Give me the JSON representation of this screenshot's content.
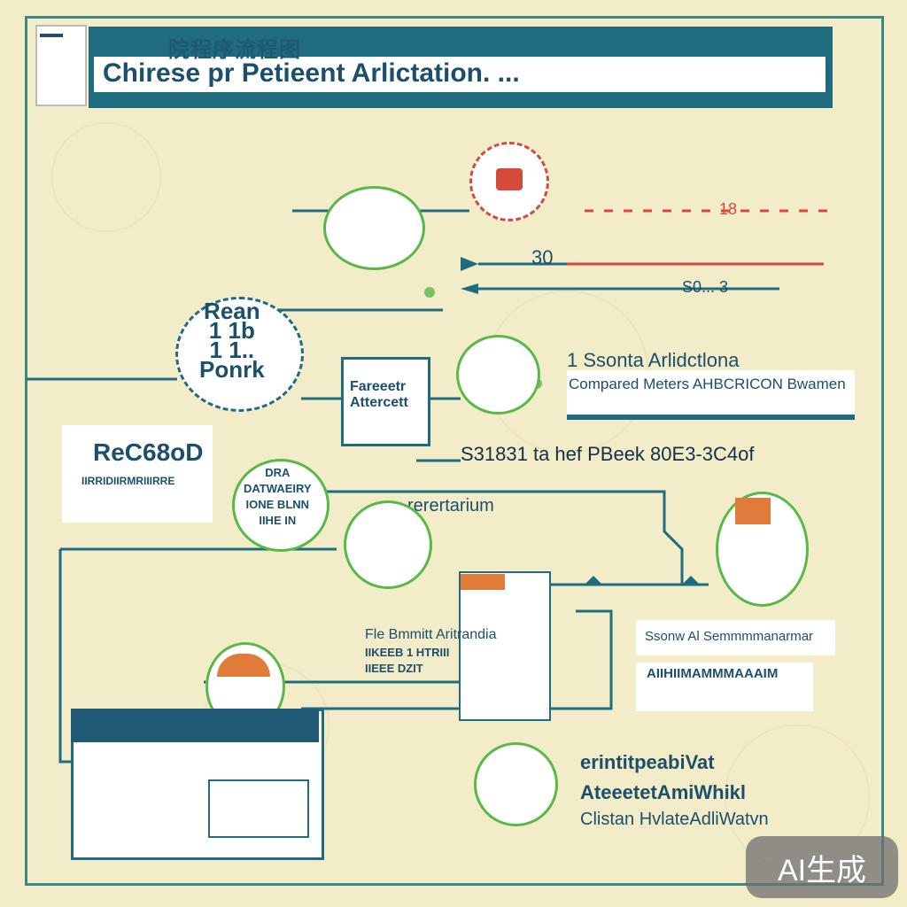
{
  "header": {
    "title_cn": "院程序流程图",
    "title_en": "Chirese pr Petieent Arlictation. ..."
  },
  "nodes": {
    "reg_circle": "Rean\n1 1b\n1 1..\nPonrk",
    "reg_card": "ReC68oD",
    "reg_card_sub": "IIRRIDIIRMRIIIRRE",
    "form_box": "Fareeetr\nAttercett",
    "step1_title": "1 Ssonta Arlidctlona",
    "step1_sub": "Compared Meters AHBCRICON Bwamen",
    "mid_text": "S31831 ta hef PBeek 80E3-3C4of",
    "dept_circle": "DRA\nDATWAEIRY\nIONE BLNN\nIIHE IN",
    "inter_label": "rerertarium",
    "left_center_label": "Fle Bmmitt Aritrandia",
    "left_center_sub": "IIKEEB 1 HTRIII\nIIEEE DZIT",
    "right_card_title": "Ssonw Al Semmmmanarmar",
    "right_card_sub": "AIIHIIMAMMMAAAIM",
    "bottom_title1": "erintitpeabiVat",
    "bottom_title2": "AteeetetAmiWhikl",
    "bottom_title3": "Clistan HvlateAdliWatvn",
    "arrow_label_top": "18",
    "arrow_label_mid": "30",
    "arrow_label_low": "S0... 3"
  },
  "badge": {
    "label": "AI生成"
  },
  "colors": {
    "primary": "#1f6b80",
    "accent_red": "#d64a3b",
    "accent_green": "#58b947",
    "background": "#f3ecc9"
  }
}
